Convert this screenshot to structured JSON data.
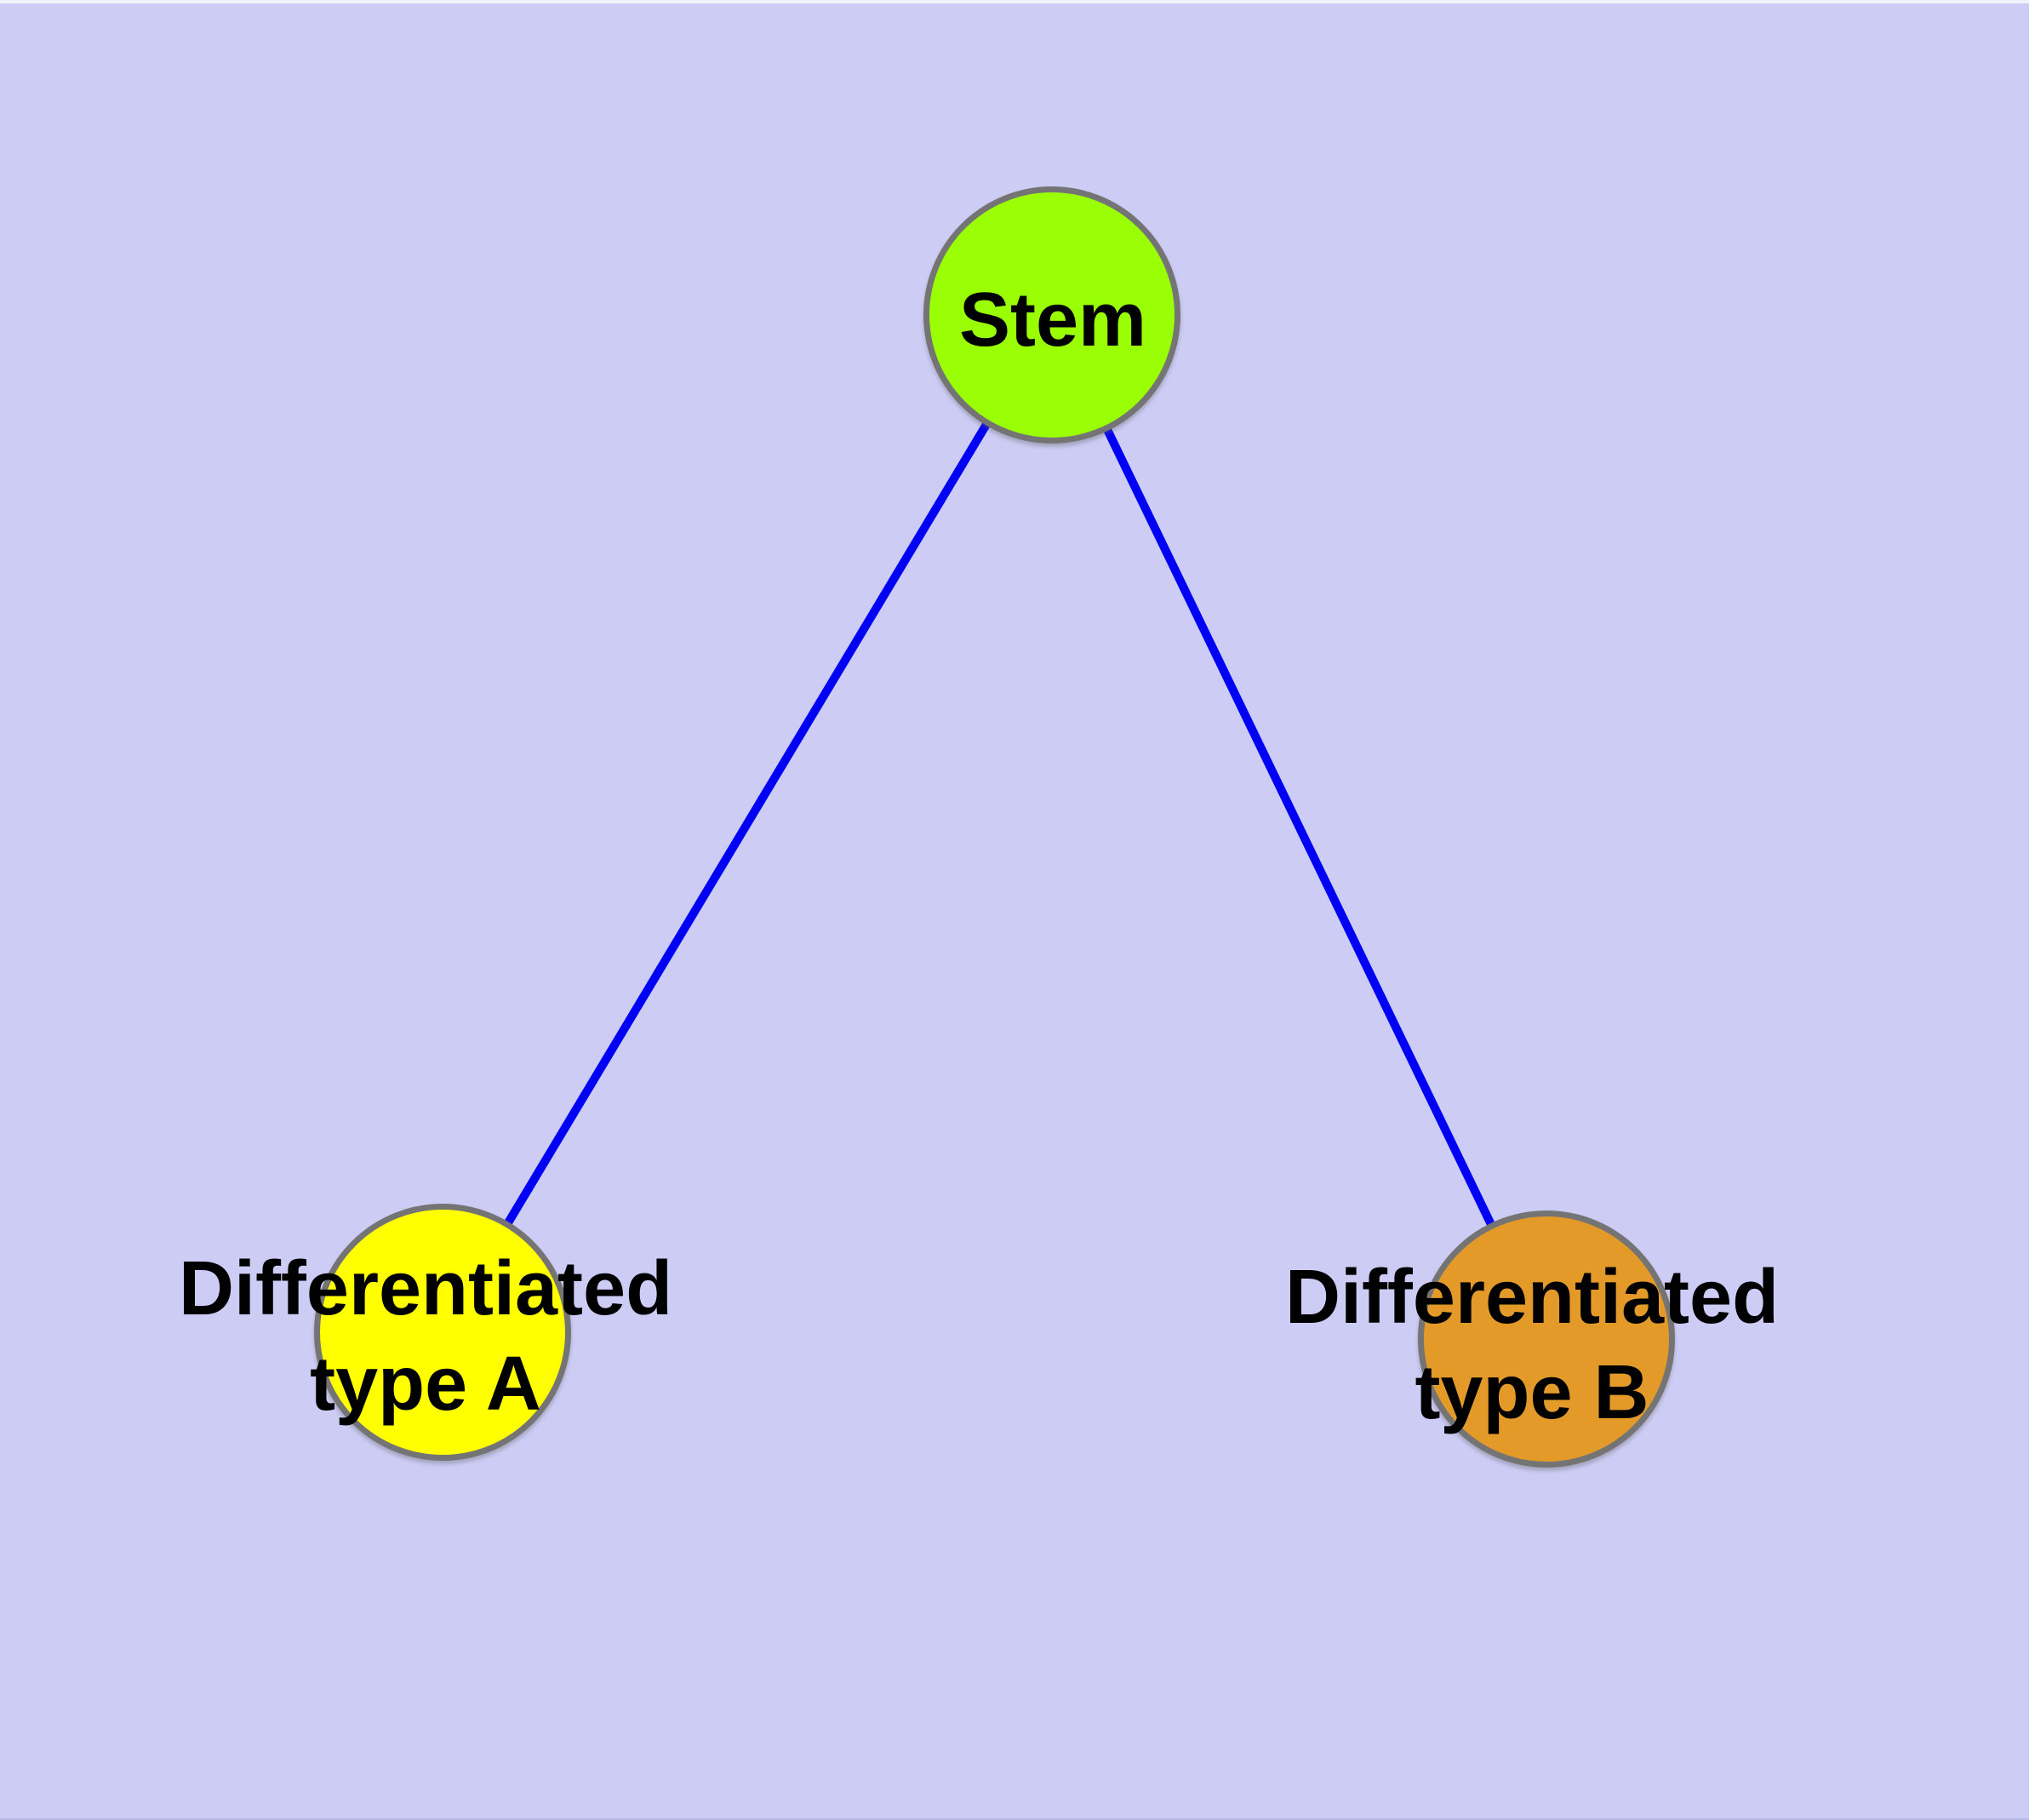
{
  "diagram": {
    "type": "graph",
    "description": "Stem cell differentiation tree: one stem node connected to two differentiated cell type nodes",
    "background_color": "#CCCCF5",
    "edge_color": "#0000F5",
    "node_border_color": "#747474",
    "label_color": "#000000",
    "nodes": [
      {
        "id": "stem",
        "label": "Stem",
        "lines": [
          "Stem"
        ],
        "fill_color": "#9AFE05"
      },
      {
        "id": "differentiated-type-a",
        "label": "Differentiated type A",
        "lines": [
          "Differentiated",
          "type A"
        ],
        "fill_color": "#FFFF00"
      },
      {
        "id": "differentiated-type-b",
        "label": "Differentiated type B",
        "lines": [
          "Differentiated",
          "type B"
        ],
        "fill_color": "#E39A28"
      }
    ],
    "edges": [
      {
        "from": "Stem",
        "to": "Differentiated type A"
      },
      {
        "from": "Stem",
        "to": "Differentiated type B"
      }
    ]
  }
}
